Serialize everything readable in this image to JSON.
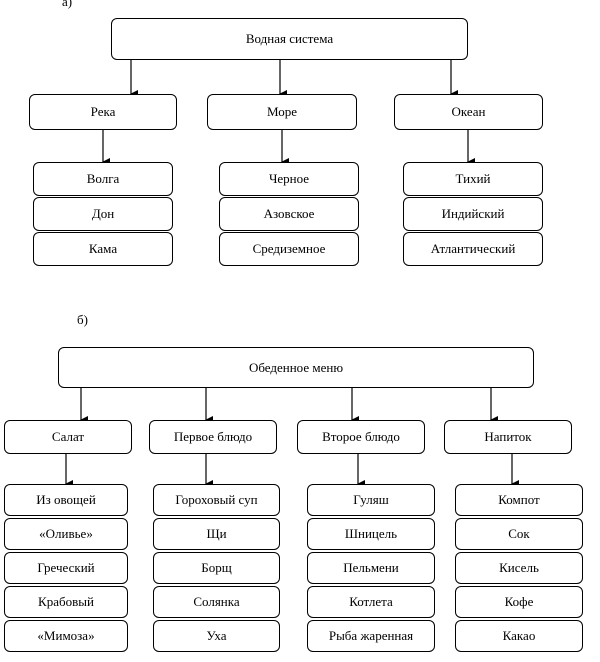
{
  "diagram_a": {
    "label": "а)",
    "root": "Водная система",
    "groups": [
      {
        "title": "Река",
        "items": [
          "Волга",
          "Дон",
          "Кама"
        ]
      },
      {
        "title": "Море",
        "items": [
          "Черное",
          "Азовское",
          "Средиземное"
        ]
      },
      {
        "title": "Океан",
        "items": [
          "Тихий",
          "Индийский",
          "Атлантический"
        ]
      }
    ]
  },
  "diagram_b": {
    "label": "б)",
    "root": "Обеденное меню",
    "groups": [
      {
        "title": "Салат",
        "items": [
          "Из овощей",
          "«Оливье»",
          "Греческий",
          "Крабовый",
          "«Мимоза»"
        ]
      },
      {
        "title": "Первое блюдо",
        "items": [
          "Гороховый суп",
          "Щи",
          "Борщ",
          "Солянка",
          "Уха"
        ]
      },
      {
        "title": "Второе блюдо",
        "items": [
          "Гуляш",
          "Шницель",
          "Пельмени",
          "Котлета",
          "Рыба жаренная"
        ]
      },
      {
        "title": "Напиток",
        "items": [
          "Компот",
          "Сок",
          "Кисель",
          "Кофе",
          "Какао"
        ]
      }
    ]
  },
  "colors": {
    "stroke": "#000000",
    "fill": "#ffffff"
  }
}
